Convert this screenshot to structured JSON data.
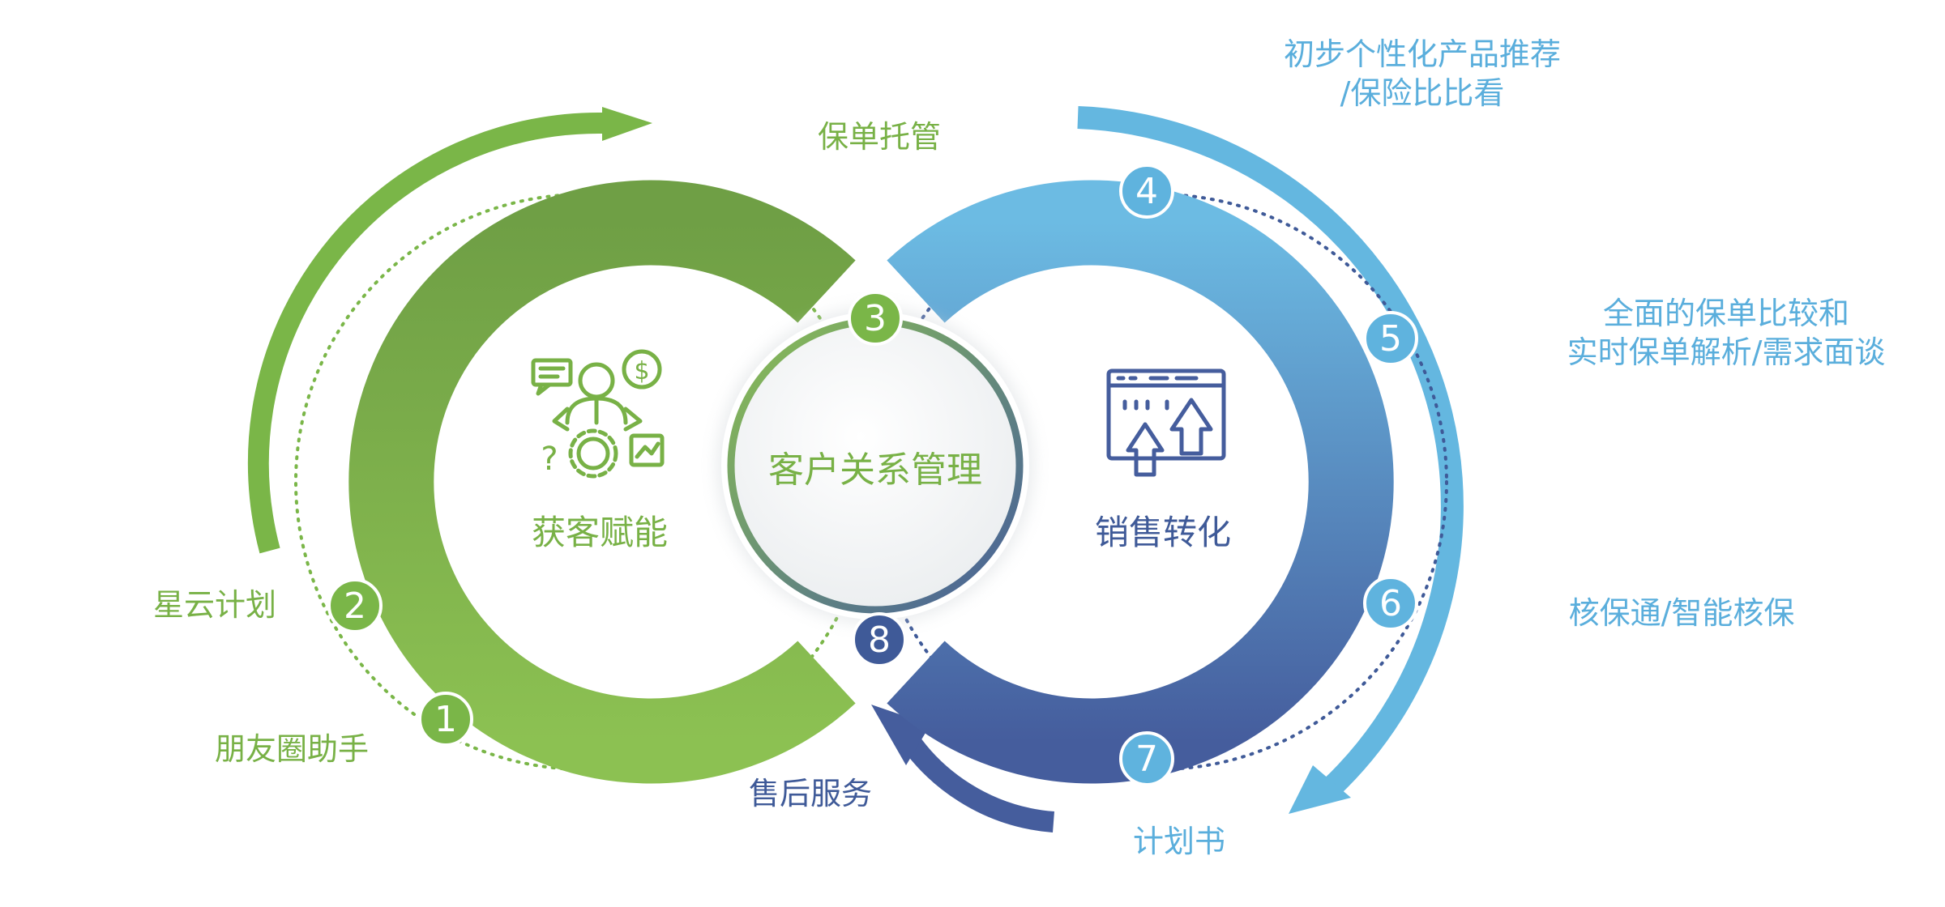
{
  "colors": {
    "green_light": "#8cc152",
    "green_dark": "#6f9f45",
    "blue_light": "#6cbbe3",
    "blue_dark": "#455d9d",
    "green_text": "#78b146",
    "blue_text": "#5aaedc",
    "navy_text": "#3f5a98"
  },
  "center": {
    "label": "客户关系管理"
  },
  "left_ring": {
    "label": "获客赋能",
    "icon": "businessman-dollar-gear-icon"
  },
  "right_ring": {
    "label": "销售转化",
    "icon": "browser-upload-arrows-icon"
  },
  "steps": [
    {
      "number": "1",
      "label": "朋友圈助手"
    },
    {
      "number": "2",
      "label": "星云计划"
    },
    {
      "number": "3",
      "label": "保单托管"
    },
    {
      "number": "4",
      "label_line1": "初步个性化产品推荐",
      "label_line2": "/保险比比看"
    },
    {
      "number": "5",
      "label_line1": "全面的保单比较和",
      "label_line2": "实时保单解析/需求面谈"
    },
    {
      "number": "6",
      "label": "核保通/智能核保"
    },
    {
      "number": "7",
      "label": "计划书"
    },
    {
      "number": "8",
      "label": "售后服务"
    }
  ]
}
